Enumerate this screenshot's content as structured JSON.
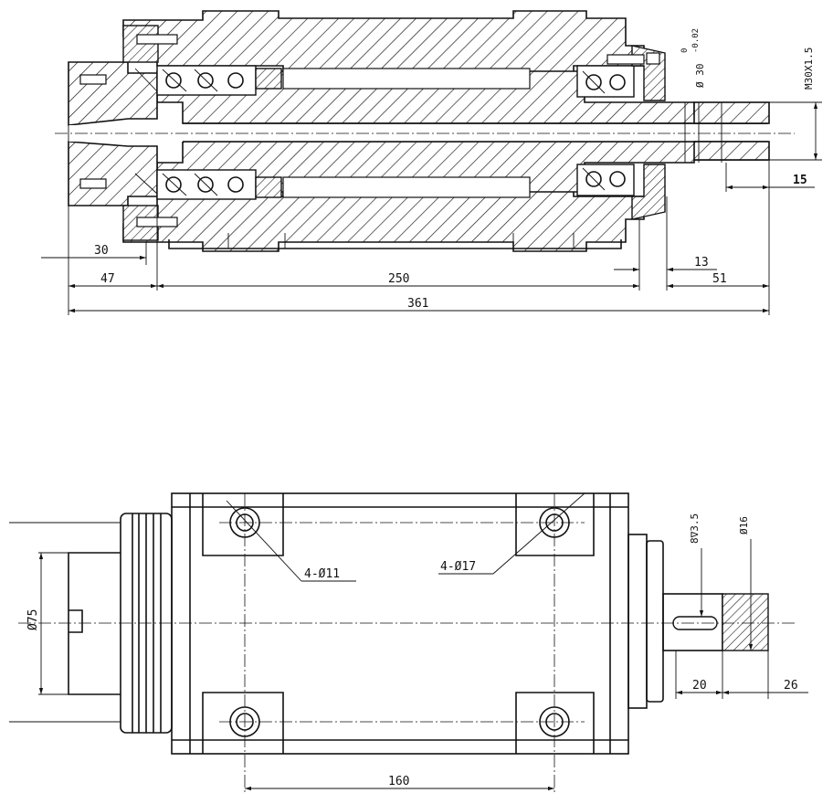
{
  "section_view": {
    "dimensions": {
      "d30": "30",
      "d47": "47",
      "d250": "250",
      "d13": "13",
      "d51": "51",
      "d361": "361",
      "d15": "15"
    },
    "annotations": {
      "thread": "M30X1.5",
      "diameter": "Ø 30",
      "tol_upper": "0",
      "tol_lower": "-0.02"
    }
  },
  "plan_view": {
    "dimensions": {
      "d75": "Ø75",
      "d160": "160",
      "d20": "20",
      "d26": "26",
      "d16": "Ø16",
      "key_depth": "8∇3.5"
    },
    "callouts": {
      "holes_small": "4-Ø11",
      "holes_large": "4-Ø17"
    }
  }
}
